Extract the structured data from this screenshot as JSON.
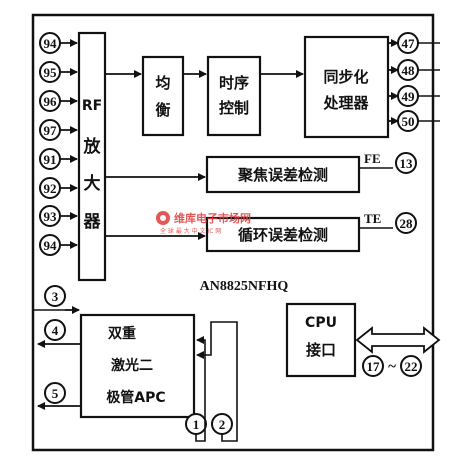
{
  "chip_label": "AN8825NFHQ",
  "blocks": {
    "rf_amp": [
      "RF",
      "放",
      "大",
      "器"
    ],
    "equalizer": [
      "均",
      "衡"
    ],
    "timing": [
      "时序",
      "控制"
    ],
    "sync_processor": [
      "同步化",
      "处理器"
    ],
    "focus_error": "聚焦误差检测",
    "tracking_error": "循环误差检测",
    "cpu_interface": [
      "CPU",
      "接口"
    ],
    "dual_laser_apc": [
      "双重",
      "激光二",
      "极管APC"
    ]
  },
  "signals": {
    "fe": "FE",
    "te": "TE"
  },
  "pins": {
    "rf_inputs": [
      "94",
      "95",
      "96",
      "97",
      "91",
      "92",
      "93",
      "94"
    ],
    "sync_outputs": [
      "47",
      "48",
      "49",
      "50"
    ],
    "fe_pin": "13",
    "te_pin": "28",
    "apc_left": [
      "3",
      "4",
      "5"
    ],
    "apc_bottom": [
      "1",
      "2"
    ],
    "cpu_bus_start": "17",
    "cpu_bus_sep": "~",
    "cpu_bus_end": "22"
  },
  "watermark": {
    "title": "维库电子市场网",
    "subtitle": "全 球 最 大 中 文 IC 网"
  }
}
